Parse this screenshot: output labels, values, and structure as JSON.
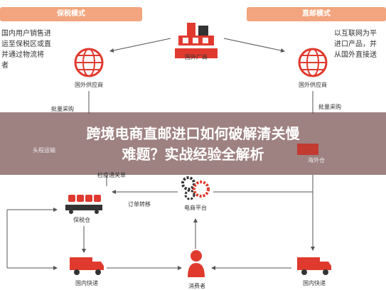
{
  "modes": {
    "left": "保税模式",
    "right": "直邮模式"
  },
  "left_desc": [
    "国内用户销售进",
    "运至保税区或直",
    "并通过物流将",
    "者"
  ],
  "right_desc": [
    "以互联网为平",
    "进口产品，并",
    "从国外直接送"
  ],
  "nodes": {
    "foreign_merchant": "国外厂商",
    "foreign_supplier_left": "国外供应商",
    "foreign_supplier_right": "国外供应商",
    "overseas_warehouse": "海外仓",
    "bonded_warehouse": "保税仓",
    "ecommerce_platform": "电商平台",
    "domestic_express_left": "国内快递",
    "consumer": "消费者",
    "domestic_express_right": "国内快递"
  },
  "flows": {
    "bulk_purchase_left": "批量采购",
    "bulk_purchase_right": "批量采购",
    "first_leg_transport": "头程运输",
    "customs_clearance": "检疫通关单",
    "order_forward": "订单转移"
  },
  "banner": {
    "line1": "跨境电商直邮进口如何破解清关慢",
    "line2": "难题？实战经验全解析"
  },
  "colors": {
    "accent": "#e03a2f",
    "tag": "#f2a57e",
    "banner": "#78504f"
  }
}
